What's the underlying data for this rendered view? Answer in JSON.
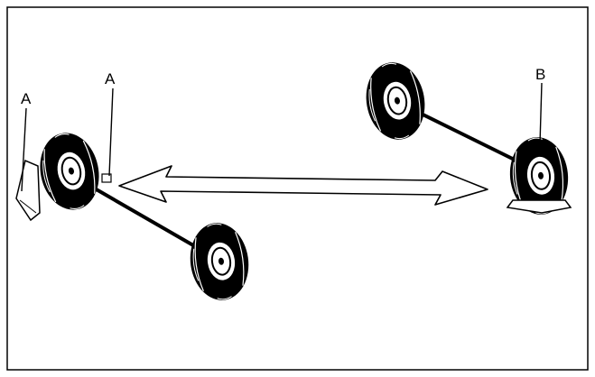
{
  "labels": {
    "a_left": "A",
    "a_right": "A",
    "b": "B"
  },
  "colors": {
    "ink": "#000000",
    "paper": "#ffffff"
  }
}
